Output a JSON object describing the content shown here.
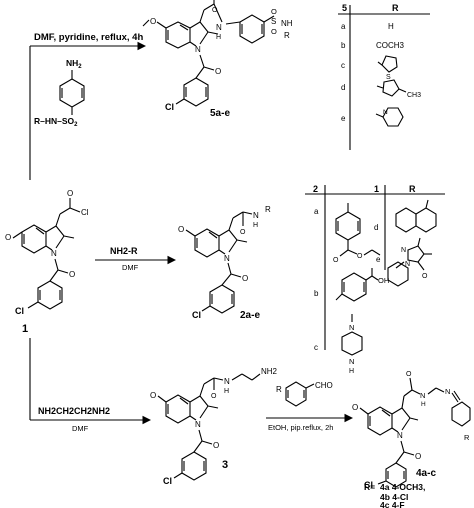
{
  "scheme_top": {
    "conditions": "DMF, pyridine, reflux, 4h",
    "reagent_amine": "NH",
    "reagent_amine_sub": "2",
    "reagent_sulfonyl": "R–HN–SO",
    "reagent_sulfonyl_sub": "2",
    "product_label": "5a-e",
    "product_cl": "Cl",
    "product_nh": "NH",
    "product_r": "R",
    "product_n": "N",
    "product_o": "O",
    "sulfonyl_o": "O",
    "sulfonyl_s": "S",
    "table": {
      "col1": "5",
      "col2": "R",
      "rows": [
        {
          "id": "a",
          "r": "H"
        },
        {
          "id": "b",
          "r": "COCH3"
        },
        {
          "id": "c",
          "r": "S"
        },
        {
          "id": "d",
          "r": "CH3"
        },
        {
          "id": "e",
          "r": "N"
        }
      ]
    }
  },
  "scheme_middle": {
    "start_label": "1",
    "start_cl": "Cl",
    "acyl_cl": "Cl",
    "acyl_o": "O",
    "start_o": "O",
    "start_n": "N",
    "reagent": "NH2-R",
    "solvent": "DMF",
    "product_label": "2a-e",
    "product_cl": "Cl",
    "product_nh": "N",
    "product_h": "H",
    "product_r": "R",
    "product_o": "O",
    "product_n": "N",
    "table": {
      "col1": "2",
      "col2": "1",
      "col3": "R",
      "rows_left": [
        {
          "id": "a"
        },
        {
          "id": "b"
        },
        {
          "id": "c"
        }
      ],
      "rows_right": [
        {
          "id": "d"
        },
        {
          "id": "e"
        }
      ],
      "b_oh": "OH",
      "c_n_top": "N",
      "c_n_bottom": "N",
      "c_h": "H"
    }
  },
  "scheme_bottom": {
    "reagent": "NH2CH2CH2NH2",
    "solvent": "DMF",
    "intermediate_label": "3",
    "intermediate_cl": "Cl",
    "intermediate_nh": "N",
    "intermediate_nh2": "NH2",
    "aldehyde_r": "R",
    "aldehyde_cho": "CHO",
    "conditions": "EtOH, pip.reflux, 2h",
    "product_label": "4a-c",
    "product_cl": "Cl",
    "product_n": "N",
    "product_r": "R",
    "legend": {
      "prefix": "R=",
      "items": [
        "4a  4-OCH3,",
        "4b  4-Cl",
        "4c  4-F"
      ]
    }
  }
}
